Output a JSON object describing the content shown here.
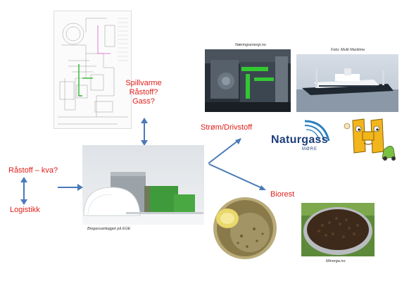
{
  "labels": {
    "spillvarme": "Spillvarme",
    "rastoff_q": "Råstoff?",
    "gass": "Gass?",
    "strom": "Strøm/Drivstoff",
    "biorest": "Biorest",
    "rastoff_kva": "Råstoff – kva?",
    "logistikk": "Logistikk"
  },
  "captions": {
    "naeringsenergi": "Næringsenergi.no",
    "multi_maritime": "Foto: Multi Maritime",
    "biogassanlegget": "Biogassanlegget på EGE",
    "minorga": "Minorga.no"
  },
  "logo": {
    "text": "Naturgass",
    "sub": "MØRE"
  },
  "colors": {
    "red": "#e0201c",
    "arrow": "#4a7ab8",
    "logo_blue": "#1d3f7a"
  }
}
